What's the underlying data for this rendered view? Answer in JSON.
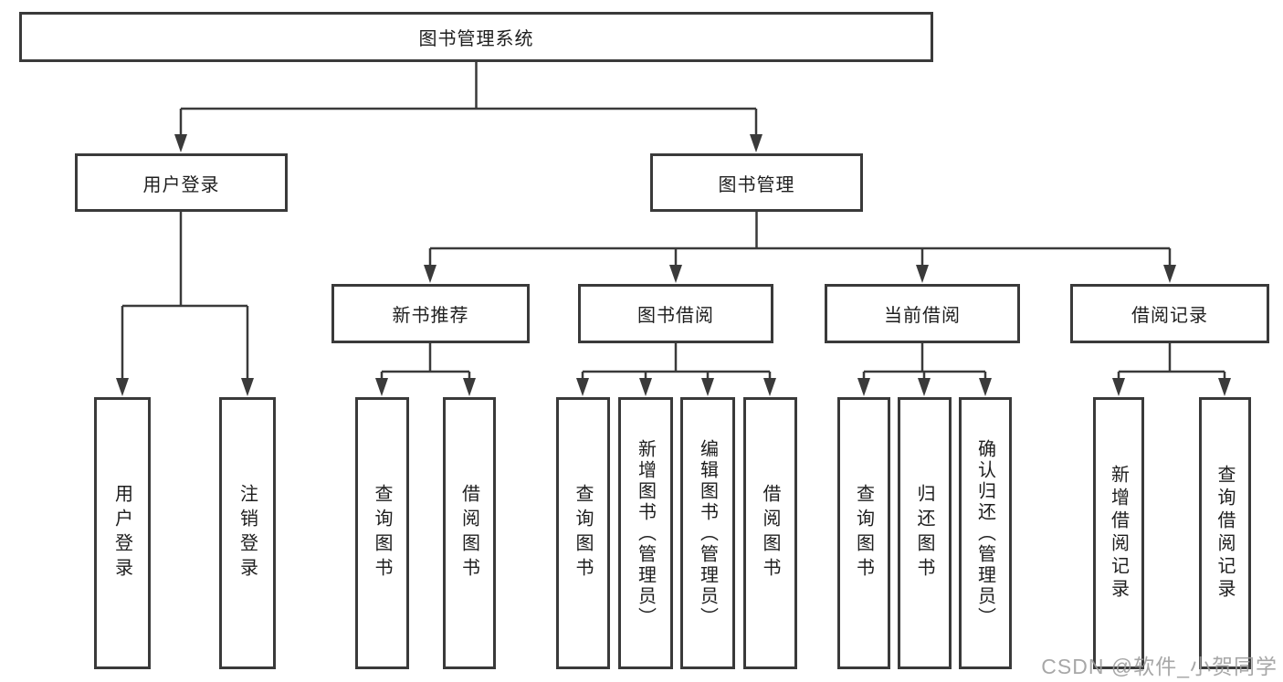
{
  "tree": {
    "root": "图书管理系统",
    "branches": [
      {
        "label": "用户登录",
        "leaves": [
          "用户登录",
          "注销登录"
        ]
      },
      {
        "label": "图书管理",
        "groups": [
          {
            "label": "新书推荐",
            "leaves": [
              "查询图书",
              "借阅图书"
            ]
          },
          {
            "label": "图书借阅",
            "leaves": [
              "查询图书",
              "新增图书（管理员）",
              "编辑图书（管理员）",
              "借阅图书"
            ]
          },
          {
            "label": "当前借阅",
            "leaves": [
              "查询图书",
              "归还图书",
              "确认归还（管理员）"
            ]
          },
          {
            "label": "借阅记录",
            "leaves": [
              "新增借阅记录",
              "查询借阅记录"
            ]
          }
        ]
      }
    ]
  },
  "watermark": "CSDN @软件_小贺同学",
  "colors": {
    "line": "#3a3a3a",
    "text": "#1e1e1e",
    "watermark": "#9c9c9c",
    "background": "#ffffff"
  }
}
